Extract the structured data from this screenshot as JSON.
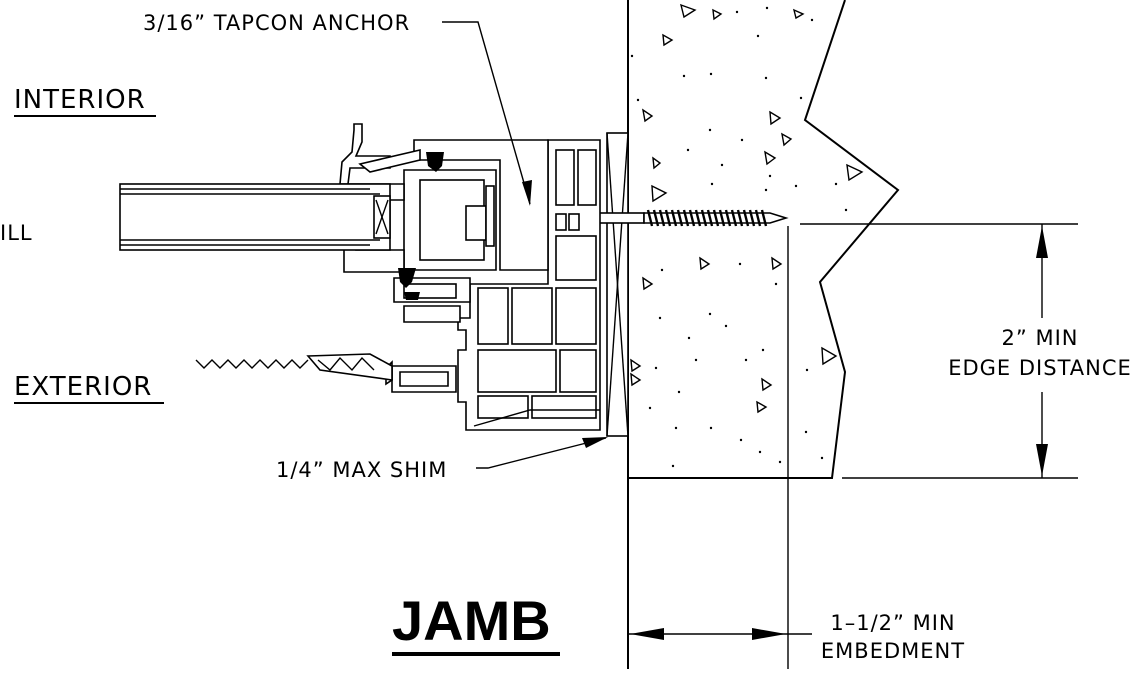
{
  "labels": {
    "anchor": "3/16” TAPCON ANCHOR",
    "interior": "INTERIOR",
    "exterior": "EXTERIOR",
    "sill_fragment": "ILL",
    "shim": "1/4” MAX SHIM",
    "edge_line1": "2” MIN",
    "edge_line2": "EDGE DISTANCE",
    "embed_line1": "1–1/2” MIN",
    "embed_line2": "EMBEDMENT",
    "title": "JAMB"
  }
}
